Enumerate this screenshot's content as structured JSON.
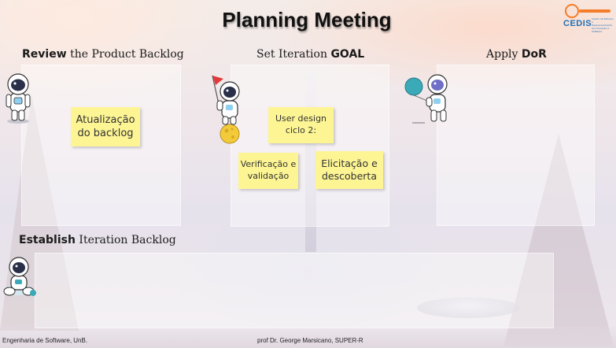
{
  "slide": {
    "title": "Planning Meeting",
    "logo": {
      "name": "CEDIS",
      "tagline": "Centro de Estudos e Desenvolvimento em Inovação e Software"
    },
    "sections": {
      "review": {
        "bold": "Review",
        "rest": " the Product Backlog"
      },
      "goal": {
        "rest": "Set Iteration ",
        "bold": "GOAL"
      },
      "dor": {
        "rest": "Apply ",
        "bold": "DoR"
      },
      "backlog": {
        "bold": "Establish",
        "rest": " Iteration Backlog"
      }
    },
    "stickies": {
      "atualizacao": "Atualização do backlog",
      "user_design": "User design ciclo 2:",
      "verificacao": "Verificação e validação",
      "elicitacao": "Elicitação e descoberta"
    },
    "footer": {
      "left": "Engenharia de Software, UnB.",
      "center": "prof Dr. George Marsicano, SUPER-R"
    }
  },
  "colors": {
    "sticky": "#fdf594",
    "logo_orange": "#f47d2a",
    "logo_blue": "#1f6fb5"
  },
  "icons": [
    "astronaut-icon",
    "astronaut-flag-icon",
    "astronaut-balloon-icon",
    "astronaut-sitting-icon",
    "cedis-logo-icon"
  ]
}
